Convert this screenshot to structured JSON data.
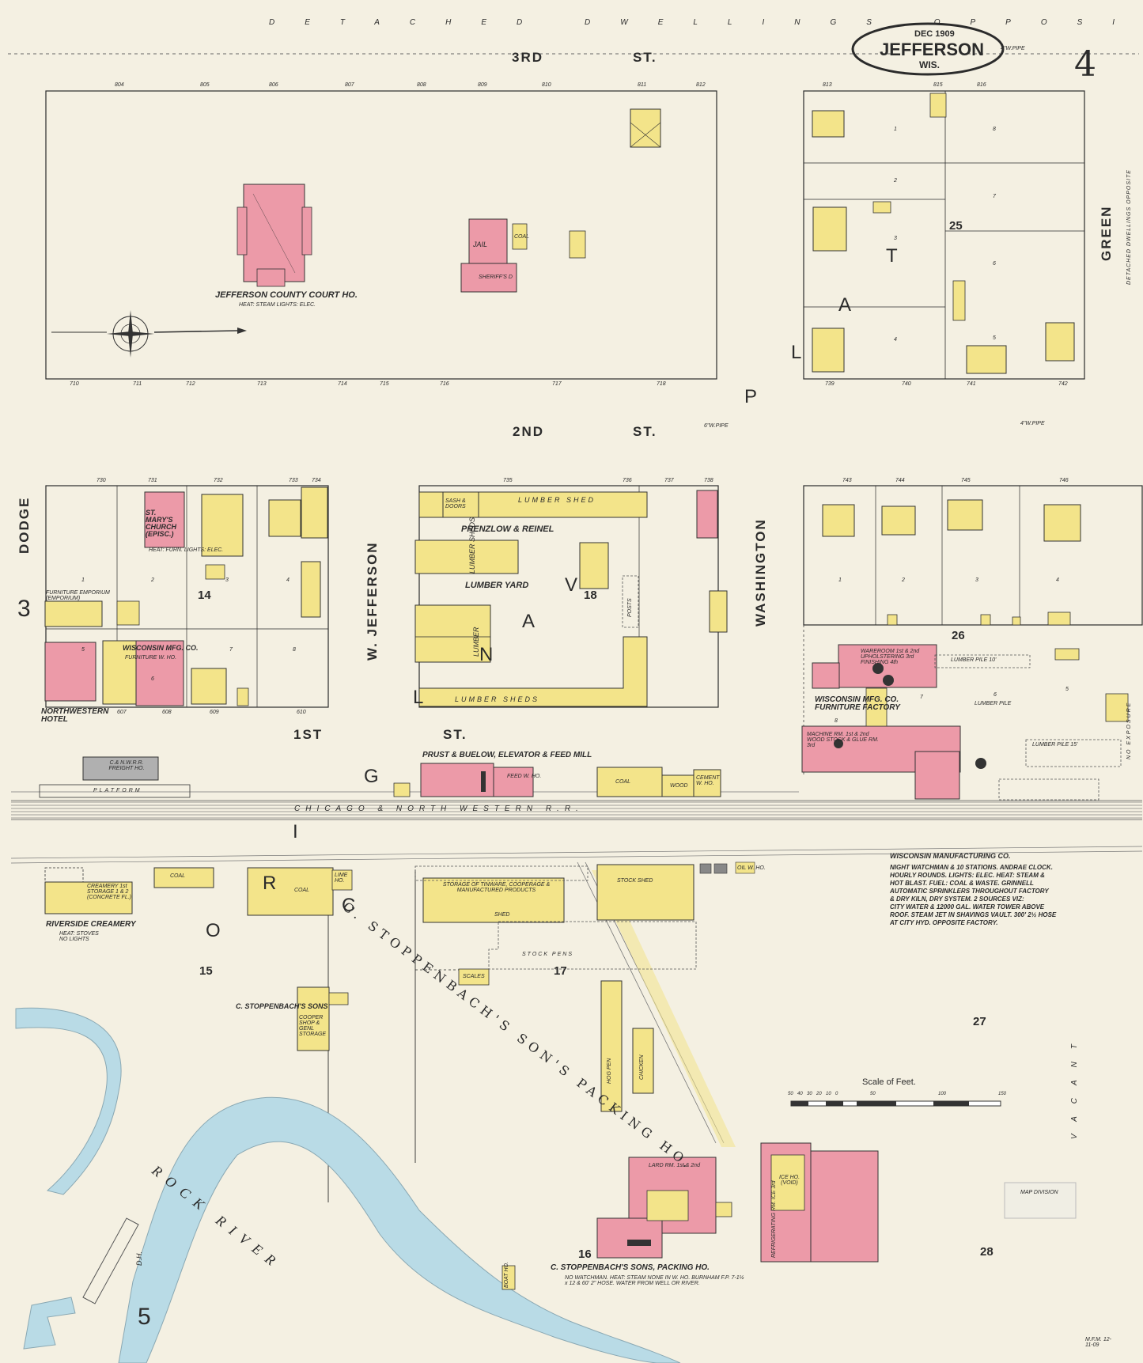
{
  "title": {
    "date": "DEC 1909",
    "city": "JEFFERSON",
    "state": "WIS.",
    "sheet": "4"
  },
  "edge_labels": {
    "top": "DETACHED DWELLINGS OPPOSITE",
    "right_top": "DETACHED DWELLINGS OPPOSITE",
    "right_bottom": "NO EXPOSURE",
    "left_bottom": "D.H.",
    "vacant": "VACANT"
  },
  "streets": {
    "third": "3RD",
    "third_st": "ST.",
    "second": "2ND",
    "second_st": "ST.",
    "first": "1ST",
    "first_st": "ST.",
    "dodge": "DODGE",
    "w_jefferson": "W. JEFFERSON",
    "washington": "WASHINGTON",
    "green": "GREEN"
  },
  "railroad": "CHICAGO & NORTH WESTERN R.R.",
  "blocks": [
    "14",
    "18",
    "25",
    "26",
    "15",
    "17",
    "16",
    "27",
    "28"
  ],
  "adjoining_sheets": {
    "left": "3",
    "bottom": "5"
  },
  "park_letters": [
    "P",
    "L",
    "A",
    "T"
  ],
  "square_letters": [
    "V",
    "A",
    "N",
    "L",
    "G"
  ],
  "court_letters": [
    "R",
    "O",
    "C",
    "I"
  ],
  "pipes": {
    "a": "4\"W.PIPE",
    "b": "6\"W.PIPE",
    "c": "4\"W.PIPE"
  },
  "buildings": {
    "courthouse": "JEFFERSON COUNTY COURT HO.",
    "courthouse_note": "HEAT: STEAM LIGHTS: ELEC.",
    "jail": "JAIL",
    "sheriff": "SHERIFF'S D",
    "coal": "COAL",
    "church": "ST. MARY'S CHURCH (EPISC.)",
    "church_note": "HEAT: FURN. LIGHTS: ELEC.",
    "furn_emp": "FURNITURE EMPORIUM (EMPORIUM)",
    "wis_mfg_small": "WISCONSIN MFG. CO.",
    "furn_wh": "FURNITURE W. HO.",
    "nw_hotel": "NORTHWESTERN HOTEL",
    "lumber_shed": "LUMBER SHED",
    "prenzlow": "PRENZLOW & REINEL",
    "lumber_yard": "LUMBER YARD",
    "lumber_sheds_a": "LUMBER SHEDS",
    "lumber_sheds_b": "LUMBER SHEDS",
    "lumber_c": "LUMBER",
    "posts": "POSTS",
    "sash": "SASH & DOORS",
    "prust": "PRUST & BUELOW, ELEVATOR & FEED MILL",
    "feed_wh": "FEED W. HO.",
    "coal2": "COAL",
    "wood": "WOOD",
    "cement": "CEMENT W. HO.",
    "depot": "C.& N.W.R.R. FREIGHT HO.",
    "platform": "PLATFORM",
    "wis_mfg": "WISCONSIN MFG. CO. FURNITURE FACTORY",
    "wareroom": "WAREROOM 1st & 2nd UPHOLSTERING 3rd FINISHING 4th",
    "machine": "MACHINE RM. 1st & 2nd WOOD STOCK & GLUE RM. 3rd",
    "lumber_pile10": "LUMBER PILE 10'",
    "lumber_pile15": "LUMBER PILE 15'",
    "lumber_pile": "LUMBER PILE",
    "creamery": "RIVERSIDE CREAMERY",
    "creamery_note": "HEAT: STOVES NO LIGHTS",
    "creamery_detail": "CREAMERY 1st STORAGE 1 & 2 (CONCRETE FL.)",
    "coal3": "COAL",
    "coal4": "COAL",
    "lime": "LIME HO.",
    "storage": "STORAGE OF TINWARE, COOPERAGE & MANUFACTURED PRODUCTS",
    "shed": "SHED",
    "stock_shed": "STOCK SHED",
    "stock_pens": "STOCK PENS",
    "scales": "SCALES",
    "copper": "C. STOPPENBACH'S SONS",
    "copper_note": "COOPER SHOP & GENL STORAGE",
    "packing": "C. STOPPENBACH'S SONS, PACKING HO.",
    "packing_note": "NO WATCHMAN. HEAT: STEAM NONE IN W. HO. BURNHAM F.P. 7-1½ x 12 & 60' 2\" HOSE. WATER FROM WELL OR RIVER.",
    "lard": "LARD RM. 1st & 2nd",
    "ice": "ICE HO. (VOID)",
    "refrig": "REFRIGERATING RM. ICE 3rd",
    "hog_pen": "HOG PEN",
    "chicken": "CHICKEN",
    "river": "ROCK RIVER",
    "pick_big": "C. STOPPENBACH'S SON'S PACKING HO.",
    "boat": "BOAT HO.",
    "oil": "OIL W. HO."
  },
  "notes": {
    "wis_mfg_title": "WISCONSIN MANUFACTURING CO.",
    "wis_mfg_body": "NIGHT WATCHMAN & 10 STATIONS. ANDRAE CLOCK.\nHOURLY ROUNDS. LIGHTS: ELEC. HEAT: STEAM &\nHOT BLAST. FUEL: COAL & WASTE. GRINNELL\nAUTOMATIC SPRINKLERS THROUGHOUT FACTORY\n& DRY KILN, DRY SYSTEM. 2 SOURCES VIZ:\nCITY WATER & 12000 GAL. WATER TOWER ABOVE\nROOF. STEAM JET IN SHAVINGS VAULT. 300' 2½ HOSE\nAT CITY HYD. OPPOSITE FACTORY."
  },
  "scale": {
    "label": "Scale of Feet.",
    "ticks": [
      "50",
      "40",
      "30",
      "20",
      "10",
      "0",
      "50",
      "100",
      "150"
    ]
  },
  "house_numbers": {
    "third": [
      "804",
      "805",
      "806",
      "807",
      "808",
      "809",
      "810",
      "811",
      "812"
    ],
    "second_top": [
      "710",
      "711",
      "712",
      "713",
      "714",
      "715",
      "716",
      "717",
      "718"
    ],
    "east_top": [
      "813",
      "815",
      "816"
    ],
    "east_bottom": [
      "739",
      "740",
      "741",
      "742"
    ],
    "b14": [
      "730",
      "731",
      "732",
      "733",
      "734"
    ],
    "b18": [
      "735",
      "736",
      "737",
      "738"
    ],
    "b26": [
      "743",
      "744",
      "745",
      "746"
    ],
    "first": [
      "607",
      "608",
      "609",
      "610"
    ]
  },
  "lot_numbers": {
    "b25": [
      "1",
      "2",
      "3",
      "4",
      "8",
      "7",
      "6",
      "5"
    ],
    "b14": [
      "1",
      "2",
      "3",
      "4",
      "5",
      "6",
      "7",
      "8"
    ],
    "b26": [
      "1",
      "2",
      "3",
      "4",
      "5",
      "6",
      "7",
      "8"
    ]
  },
  "signature": "M.F.M. 12-11-09",
  "stamp": "MAP DIVISION",
  "colors": {
    "paper": "#f4f0e2",
    "brick": "#ec9aa8",
    "frame": "#f3e48a",
    "river": "#b9dbe6",
    "ink": "#2b2b2b"
  }
}
